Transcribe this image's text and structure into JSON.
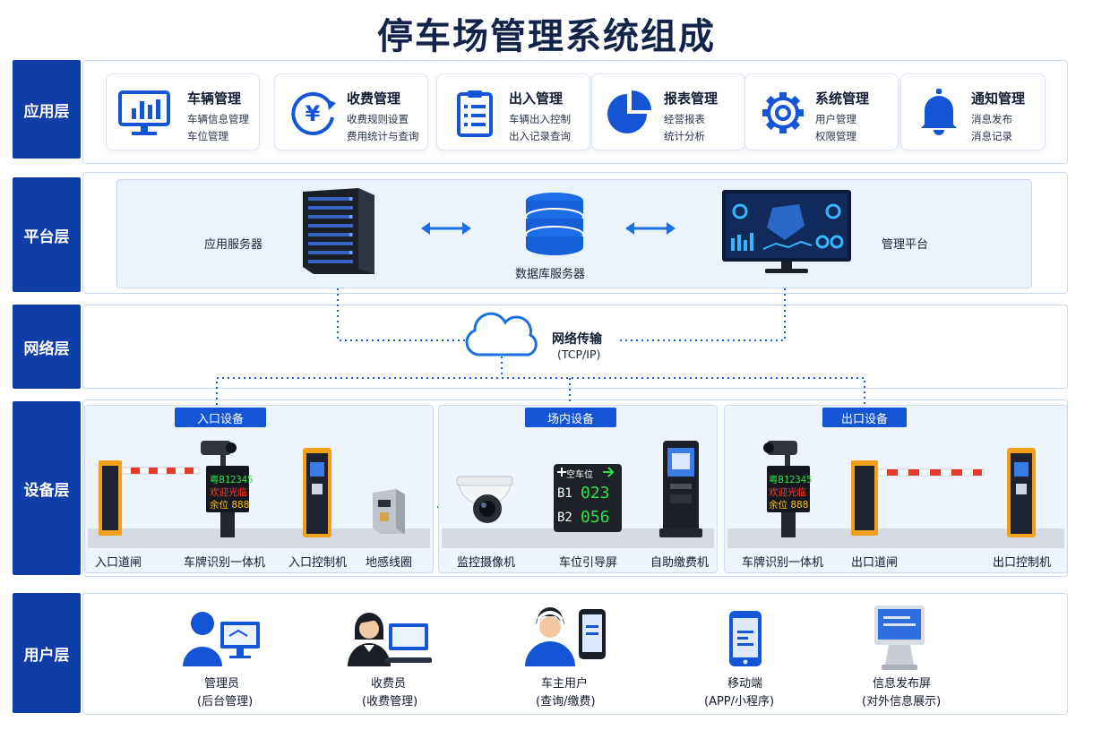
{
  "title": "停车场管理系统组成",
  "layers": {
    "app": "应用层",
    "platform": "平台层",
    "network": "网络层",
    "device": "设备层",
    "user": "用户层"
  },
  "app_modules": [
    {
      "title": "车辆管理",
      "sub1": "车辆信息管理",
      "sub2": "车位管理",
      "icon": "monitor-chart-icon"
    },
    {
      "title": "收费管理",
      "sub1": "收费规则设置",
      "sub2": "费用统计与查询",
      "icon": "yuan-icon"
    },
    {
      "title": "出入管理",
      "sub1": "车辆出入控制",
      "sub2": "出入记录查询",
      "icon": "clipboard-list-icon"
    },
    {
      "title": "报表管理",
      "sub1": "经营报表",
      "sub2": "统计分析",
      "icon": "pie-chart-icon"
    },
    {
      "title": "系统管理",
      "sub1": "用户管理",
      "sub2": "权限管理",
      "icon": "gear-icon"
    },
    {
      "title": "通知管理",
      "sub1": "消息发布",
      "sub2": "消息记录",
      "icon": "bell-icon"
    }
  ],
  "platform": {
    "app_server": "应用服务器",
    "db_server": "数据库服务器",
    "mgmt_platform": "管理平台"
  },
  "network": {
    "name": "网络传输",
    "protocol": "(TCP/IP)"
  },
  "device": {
    "entrance": {
      "tag": "入口设备",
      "items": [
        "入口道闸",
        "车牌识别一体机",
        "入口控制机",
        "地感线圈"
      ]
    },
    "inside": {
      "tag": "场内设备",
      "items": [
        "监控摄像机",
        "车位引导屏",
        "自助缴费机"
      ]
    },
    "exit": {
      "tag": "出口设备",
      "items": [
        "车牌识别一体机",
        "出口道闸",
        "出口控制机"
      ]
    },
    "plate_display": {
      "line1": "粤B12345",
      "line2": "欢迎光临",
      "line3": "余位 888"
    },
    "guide_screen": {
      "header": "空车位",
      "rows": [
        {
          "floor": "B1",
          "count": "023"
        },
        {
          "floor": "B2",
          "count": "056"
        }
      ]
    }
  },
  "users": [
    {
      "name": "管理员",
      "role": "(后台管理)"
    },
    {
      "name": "收费员",
      "role": "(收费管理)"
    },
    {
      "name": "车主用户",
      "role": "(查询/缴费)"
    },
    {
      "name": "移动端",
      "role": "(APP/小程序)"
    },
    {
      "name": "信息发布屏",
      "role": "(对外信息展示)"
    }
  ],
  "colors": {
    "label_bg": "#0f3ea8",
    "accent": "#1455d6",
    "panel_border": "#c9d9f2",
    "barrier_yellow": "#f2a01a",
    "led_green": "#2ee04a",
    "led_red": "#ff3a2a"
  }
}
